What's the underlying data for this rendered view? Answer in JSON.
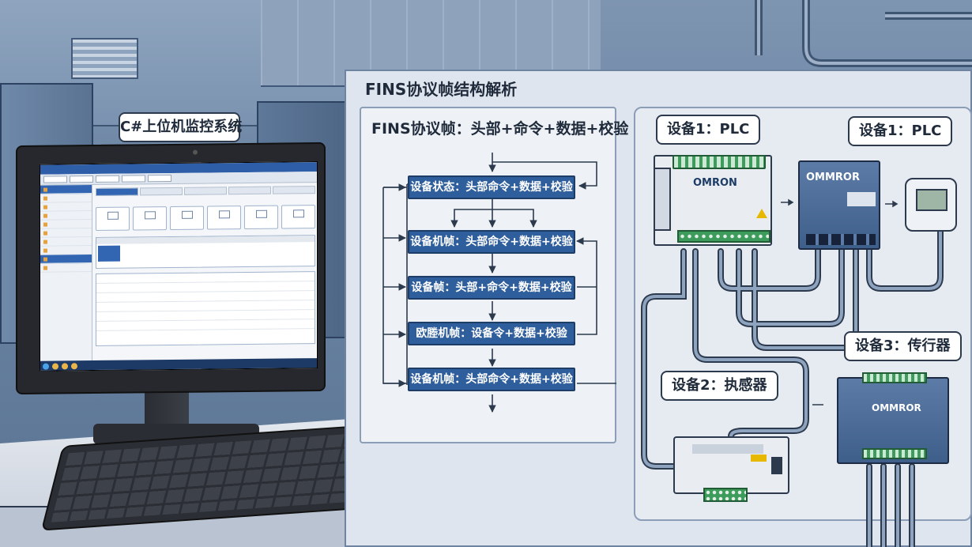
{
  "monitor_app": {
    "label": "C#上位机监控系统"
  },
  "fins_section": {
    "heading": "FINS协议帧结构解析",
    "subtitle": "FINS协议帧：头部+命令+数据+校验",
    "steps": [
      "设备状态：头部命令+数据+校验",
      "设备机帧：头部命令+数据+校验",
      "设备帧：头部+命令+数据+校验",
      "欧塍机帧：设备令+数据+校验",
      "设备机帧：头部命令+数据+校验"
    ]
  },
  "devices": {
    "plc1_label": "设备1：PLC",
    "plc2_label": "设备1：PLC",
    "actuator_label": "设备2：执感器",
    "sensor_label": "设备3：传行器",
    "plc_brand": "OMRON",
    "plc2_brand": "OMMROR",
    "sensor_brand": "OMMROR"
  },
  "colors": {
    "flow_box": "#2f5e9c",
    "terminal_green": "#3d9b5b",
    "device_blue": "#4a6a96"
  }
}
